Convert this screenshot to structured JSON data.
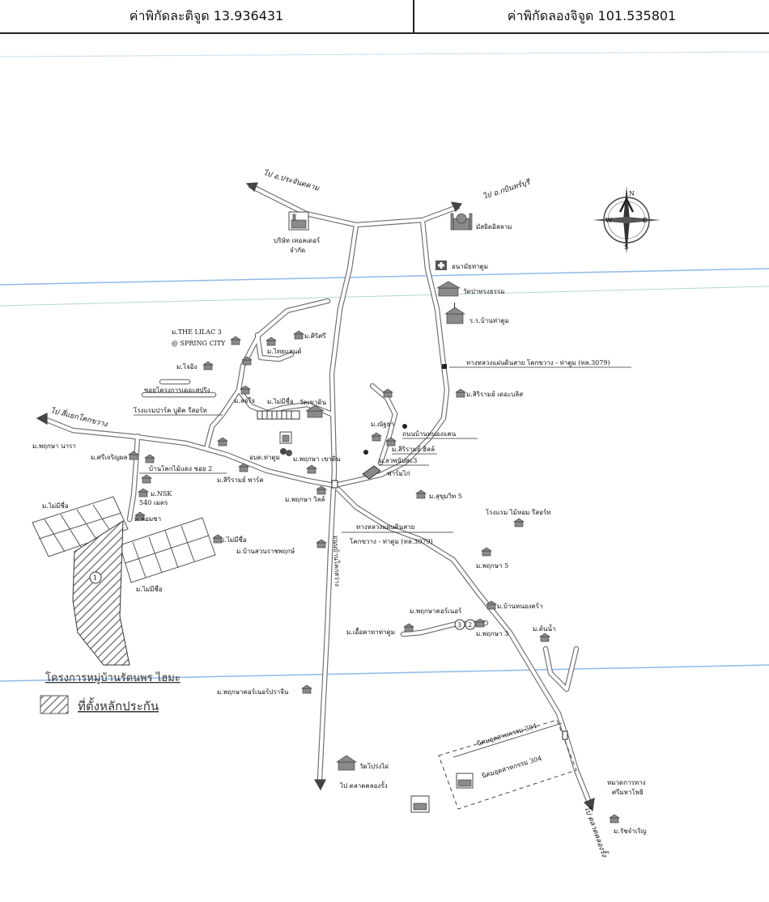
{
  "header": {
    "latitude_label": "ค่าพิกัดละติจูด 13.936431",
    "longitude_label": "ค่าพิกัดลองจิจูด 101.535801"
  },
  "compass": {
    "n": "N",
    "s": "S",
    "e": "E",
    "w": "W"
  },
  "labels": {
    "to_prachantakham": "ไป อ.ประจันตคาม",
    "to_kabinburi": "ไป อ.กบินทร์บุรี",
    "mosque": "มัสยิดอิสลาม",
    "factory_name": "บริษัท เทอลเดอร์",
    "factory_name2": "จำกัด",
    "health_center": "อนามัยท่าตูม",
    "wat_pa": "วัดป่าทรงธรรม",
    "school": "ร.ร.บ้านท่าตูม",
    "lilac": "ม.THE LILAC 3",
    "spring_city": "@ SPRING CITY",
    "sirisri": "ม.ศิริศรี",
    "thailand": "ม.ไทยแลนด์",
    "jojo": "ม.โจอิง",
    "highway_3079_top": "ทางหลวงแผ่นดินสาย โคกขวาง - ท่าตูม (ทล.3079)",
    "zone_project": "ซอยโครงการเดอะสปริง",
    "siriram_boonsit": "ม.สิริรามย์ เดอะบลิส",
    "to_khok_kwang": "ไป สี่แยกโคกขวาง",
    "resort": "โรงแรมปาร์ค บูติค รีสอร์ท",
    "lekjai": "ม.ลจใจ",
    "no_name_1": "ม.ไม่มีชื่อ",
    "wat_khao_din": "วัดเขาดิน",
    "ban_nong_khaen": "ถนนบ้านหนองแคน",
    "phruksa_nara": "ม.พฤกษา นารา",
    "sri_charoen": "ม.ศรีเจริญผล",
    "sirirat": "ม.ณัฐธา",
    "siriram_hill": "ม.สิริรามย์ ฮิลล์",
    "local_office": "อบต.ท่าตูม",
    "phruksa_khao": "ม.พฤกษา เขาดิน",
    "lawanpla": "ม.ลวพนัปสะ3",
    "farm": "ฟาร์มไก่",
    "ban_khok": "บ้านโคกไม้แดง ซอย 2",
    "nsk": "ม.NSK",
    "nsk_dist": "540 เมตร",
    "siriram_park": "ม.สิริรามย์ พาร์ค",
    "phruksa_ville": "ม.พฤกษา วิลล์",
    "sukhumvit": "ม.สุขุมวิท 5",
    "no_name_2": "ม.ไม่มีชื่อ",
    "hom_chan": "ม.หอมชา",
    "no_name_3": "ม.ไม่มีชื่อ",
    "resort2": "โรงแรม ไม้หอม รีสอร์ท",
    "ban_suan": "ม.บ้านสวนราชพฤกษ์",
    "highway_3079_mid": "ทางหลวงแผ่นดินสาย",
    "highway_3079_mid2": "โคกขวาง - ท่าตูม (ทล.3079)",
    "phruksa_5": "ม.พฤกษา 5",
    "no_name_4": "ม.ไม่มีชื่อ",
    "phruksa_corner": "ม.พฤกษาคอร์เนอร์",
    "ban_nong_khra": "ม.บ้านหนองคร้า",
    "ekkachai": "ม.เอื้อคาทาท่าตูม",
    "phruksa_3": "ม.พฤกษา 3",
    "ton_nam": "ม.ต้นน้ำ",
    "phruksa_corner_prai": "ม.พฤกษาคอร์เนอร์ปราจีน",
    "wat_prachin": "วัดโปร่งไผ่",
    "to_market": "ไป ตลาดคลองรั้ง",
    "industrial_304": "นิคมอุตสาหกรรม 304",
    "industrial_304b": "นิคมอุตสาหกรรม 304",
    "traffic_police": "หมวดการทาง",
    "traffic_police2": "ศรีมหาโพธิ",
    "to_market2": "ไป ตลาดคลองรั้ง",
    "ratcharan": "ม.รัชจำเริญ",
    "road_name_vertical": "ถนนบ้านโคกสว่าง",
    "marker_1": "1",
    "marker_2": "2",
    "marker_3": "3"
  },
  "legend": {
    "title": "โครงการหมู่บ้านรัตนพร ไฮมะ",
    "collateral": "ที่ตั้งหลักประกัน"
  }
}
